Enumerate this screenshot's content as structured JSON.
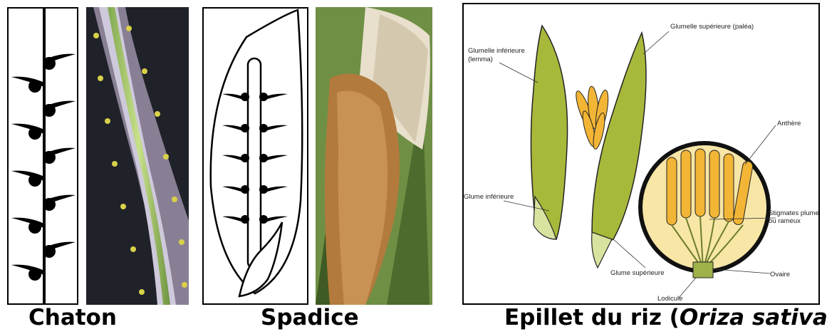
{
  "captions": {
    "chaton": "Chaton",
    "spadice": "Spadice",
    "epillet_prefix": "Epillet du riz (",
    "epillet_species": "Oriza sativa",
    "epillet_suffix": ")"
  },
  "rice_diagram": {
    "labels": {
      "glumelle_inferieure_1": "Glumelle inférieure",
      "glumelle_inferieure_2": "(lemma)",
      "glumelle_superieure": "Glumelle supérieure (paléa)",
      "anthere": "Anthère",
      "glume_inferieure": "Glume inférieure",
      "stigmates_1": "Stigmates plumeu",
      "stigmates_2": "ou rameux",
      "glume_superieure": "Glume supérieure",
      "ovaire": "Ovaire",
      "lodicule": "Lodicule"
    }
  },
  "colors": {
    "outline": "#000000",
    "glume_green": "#a8b83a",
    "stamen_yellow": "#f2b535",
    "circle_fill": "#f7e6a6"
  }
}
